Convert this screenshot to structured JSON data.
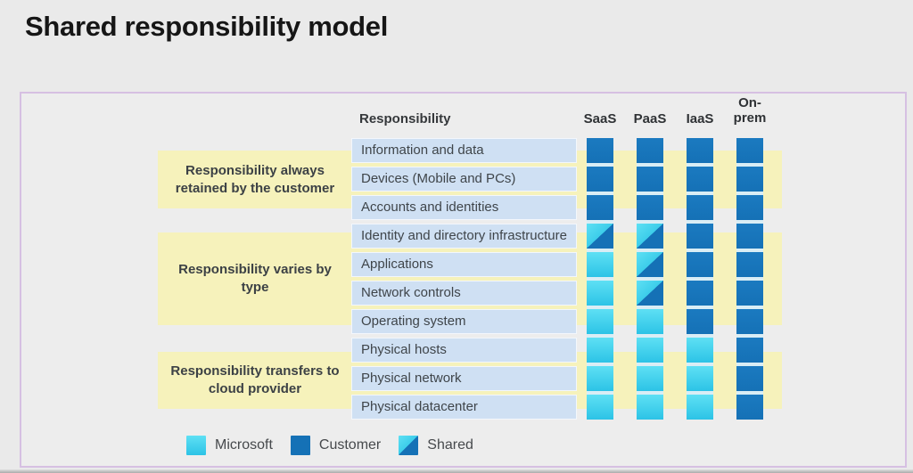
{
  "title": "Shared responsibility model",
  "table": {
    "responsibility_header": "Responsibility",
    "columns": [
      "SaaS",
      "PaaS",
      "IaaS",
      "On-prem"
    ],
    "groups": [
      {
        "label": "Responsibility always retained by the customer"
      },
      {
        "label": "Responsibility varies by type"
      },
      {
        "label": "Responsibility transfers to cloud provider"
      }
    ],
    "rows": [
      {
        "label": "Information and data",
        "cells": [
          "customer",
          "customer",
          "customer",
          "customer"
        ]
      },
      {
        "label": "Devices (Mobile and PCs)",
        "cells": [
          "customer",
          "customer",
          "customer",
          "customer"
        ]
      },
      {
        "label": "Accounts and identities",
        "cells": [
          "customer",
          "customer",
          "customer",
          "customer"
        ]
      },
      {
        "label": "Identity and directory infrastructure",
        "cells": [
          "shared",
          "shared",
          "customer",
          "customer"
        ]
      },
      {
        "label": "Applications",
        "cells": [
          "microsoft",
          "shared",
          "customer",
          "customer"
        ]
      },
      {
        "label": "Network controls",
        "cells": [
          "microsoft",
          "shared",
          "customer",
          "customer"
        ]
      },
      {
        "label": "Operating system",
        "cells": [
          "microsoft",
          "microsoft",
          "customer",
          "customer"
        ]
      },
      {
        "label": "Physical hosts",
        "cells": [
          "microsoft",
          "microsoft",
          "microsoft",
          "customer"
        ]
      },
      {
        "label": "Physical network",
        "cells": [
          "microsoft",
          "microsoft",
          "microsoft",
          "customer"
        ]
      },
      {
        "label": "Physical datacenter",
        "cells": [
          "microsoft",
          "microsoft",
          "microsoft",
          "customer"
        ]
      }
    ]
  },
  "legend": [
    {
      "label": "Microsoft",
      "type": "microsoft"
    },
    {
      "label": "Customer",
      "type": "customer"
    },
    {
      "label": "Shared",
      "type": "shared"
    }
  ],
  "colors": {
    "microsoft_top": "#5ee0f4",
    "microsoft_bottom": "#2cc3e6",
    "customer": "#1571b6",
    "band_yellow": "#f6f2bb",
    "row_blue": "#cfe0f3",
    "panel_border": "#d6c0e2",
    "cell_gap": "#d9edf5"
  }
}
